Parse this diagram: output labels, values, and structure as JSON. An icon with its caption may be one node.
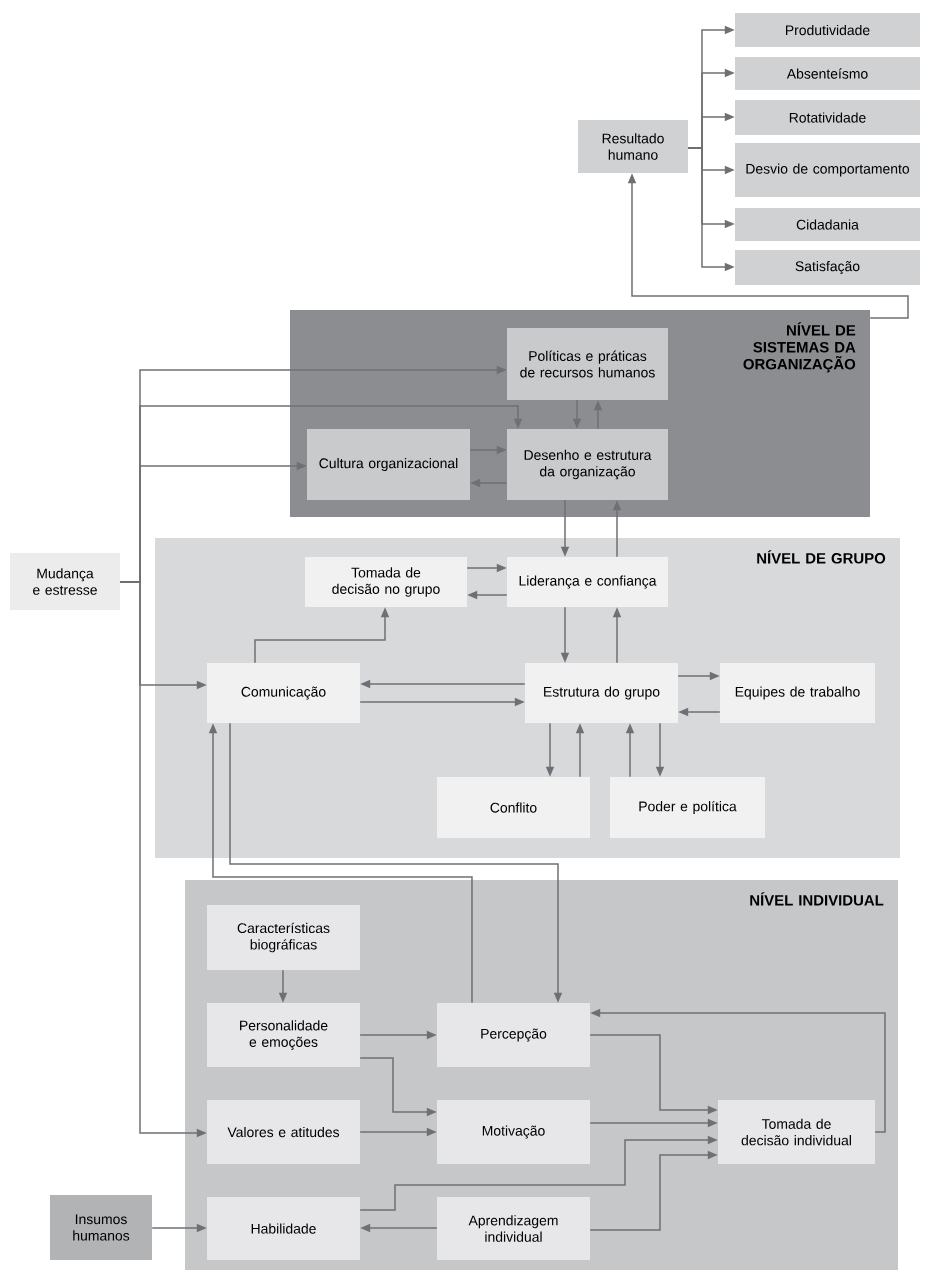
{
  "diagram": {
    "nodes": [
      {
        "text": [
          "Resultado humano"
        ]
      },
      {
        "text": [
          "Produtividade"
        ]
      },
      {
        "text": [
          "Absenteísmo"
        ]
      },
      {
        "text": [
          "Rotatividade"
        ]
      },
      {
        "text": [
          "Desvio de comportamento"
        ]
      },
      {
        "text": [
          "Cidadania"
        ]
      },
      {
        "text": [
          "Satisfação"
        ]
      },
      {
        "text": [
          "NÍVEL DE SISTEMAS DA ORGANIZAÇÃO"
        ]
      },
      {
        "text": [
          "Políticas e práticas de recursos humanos"
        ],
        "in": 7
      },
      {
        "text": [
          "Cultura organizacional"
        ],
        "in": 7
      },
      {
        "text": [
          "Desenho e estrutura da organização"
        ],
        "in": 7
      },
      {
        "text": [
          "Mudança e estresse"
        ]
      },
      {
        "text": [
          "NÍVEL DE GRUPO"
        ]
      },
      {
        "text": [
          "Tomada de decisão no grupo"
        ],
        "in": 12
      },
      {
        "text": [
          "Liderança e confiança"
        ],
        "in": 12
      },
      {
        "text": [
          "Comunicação"
        ],
        "in": 12
      },
      {
        "text": [
          "Estrutura do grupo"
        ],
        "in": 12
      },
      {
        "text": [
          "Equipes de trabalho"
        ],
        "in": 12
      },
      {
        "text": [
          "Conflito"
        ],
        "in": 12
      },
      {
        "text": [
          "Poder e política"
        ],
        "in": 12
      },
      {
        "text": [
          "NÍVEL INDIVIDUAL"
        ]
      },
      {
        "text": [
          "Características biográficas"
        ],
        "in": 20
      },
      {
        "text": [
          "Personalidade e emoções"
        ],
        "in": 20
      },
      {
        "text": [
          "Percepção"
        ],
        "in": 20
      },
      {
        "text": [
          "Valores e atitudes"
        ],
        "in": 20
      },
      {
        "text": [
          "Motivação"
        ],
        "in": 20
      },
      {
        "text": [
          "Tomada de decisão individual"
        ],
        "in": 20
      },
      {
        "text": [
          "Insumos humanos"
        ]
      },
      {
        "text": [
          "Habilidade"
        ],
        "in": 20
      },
      {
        "text": [
          "Aprendizagem individual"
        ],
        "in": 20
      }
    ],
    "edges": [
      {
        "from": 0,
        "to": 1,
        "arrow": "to"
      },
      {
        "from": 0,
        "to": 2,
        "arrow": "to"
      },
      {
        "from": 0,
        "to": 3,
        "arrow": "to"
      },
      {
        "from": 0,
        "to": 4,
        "arrow": "to"
      },
      {
        "from": 0,
        "to": 5,
        "arrow": "to"
      },
      {
        "from": 0,
        "to": 6,
        "arrow": "to"
      },
      {
        "from": 7,
        "to": 0,
        "arrow": "to"
      },
      {
        "from": 11,
        "to": 8,
        "arrow": "to"
      },
      {
        "from": 11,
        "to": 10,
        "arrow": "to"
      },
      {
        "from": 11,
        "to": 9,
        "arrow": "to"
      },
      {
        "from": 11,
        "to": 15,
        "arrow": "to"
      },
      {
        "from": 11,
        "to": 24,
        "arrow": "to"
      },
      {
        "from": 8,
        "to": 10,
        "arrow": "to"
      },
      {
        "from": 10,
        "to": 8,
        "arrow": "to"
      },
      {
        "from": 9,
        "to": 10,
        "arrow": "to"
      },
      {
        "from": 10,
        "to": 9,
        "arrow": "to"
      },
      {
        "from": 10,
        "to": 14,
        "arrow": "to"
      },
      {
        "from": 14,
        "to": 10,
        "arrow": "to"
      },
      {
        "from": 13,
        "to": 14,
        "arrow": "to"
      },
      {
        "from": 14,
        "to": 13,
        "arrow": "to"
      },
      {
        "from": 15,
        "to": 13,
        "arrow": "to"
      },
      {
        "from": 14,
        "to": 16,
        "arrow": "to"
      },
      {
        "from": 16,
        "to": 14,
        "arrow": "to"
      },
      {
        "from": 16,
        "to": 15,
        "arrow": "to"
      },
      {
        "from": 15,
        "to": 16,
        "arrow": "to"
      },
      {
        "from": 16,
        "to": 17,
        "arrow": "to"
      },
      {
        "from": 17,
        "to": 16,
        "arrow": "to"
      },
      {
        "from": 16,
        "to": 18,
        "arrow": "to"
      },
      {
        "from": 18,
        "to": 16,
        "arrow": "to"
      },
      {
        "from": 19,
        "to": 16,
        "arrow": "to"
      },
      {
        "from": 16,
        "to": 19,
        "arrow": "to"
      },
      {
        "from": 23,
        "to": 15,
        "arrow": "to"
      },
      {
        "from": 15,
        "to": 23,
        "arrow": "to"
      },
      {
        "from": 21,
        "to": 22,
        "arrow": "to"
      },
      {
        "from": 22,
        "to": 23,
        "arrow": "to"
      },
      {
        "from": 22,
        "to": 25,
        "arrow": "to"
      },
      {
        "from": 24,
        "to": 25,
        "arrow": "to"
      },
      {
        "from": 23,
        "to": 26,
        "arrow": "to"
      },
      {
        "from": 25,
        "to": 26,
        "arrow": "to"
      },
      {
        "from": 28,
        "to": 26,
        "arrow": "to"
      },
      {
        "from": 29,
        "to": 26,
        "arrow": "to"
      },
      {
        "from": 26,
        "to": 23,
        "arrow": "to"
      },
      {
        "from": 29,
        "to": 28,
        "arrow": "to"
      },
      {
        "from": 27,
        "to": 28,
        "arrow": "to"
      }
    ]
  }
}
